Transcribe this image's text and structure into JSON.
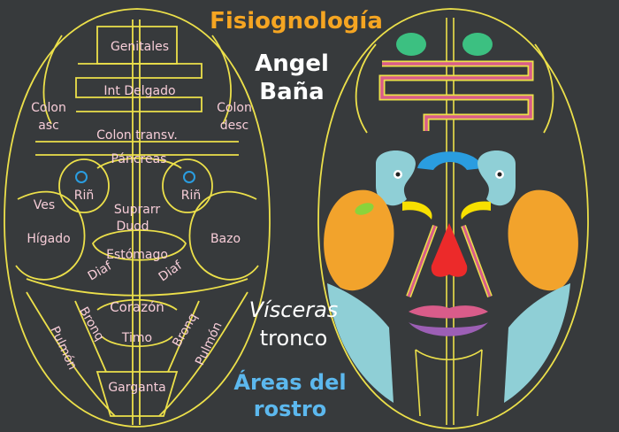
{
  "title": "Fisiognología",
  "author_line1": "Angel",
  "author_line2": "Baña",
  "caption_visceras_1": "Vísceras",
  "caption_visceras_2": "tronco",
  "caption_areas_1": "Áreas del",
  "caption_areas_2": "rostro",
  "colors": {
    "background": "#373a3c",
    "outline": "#ece04a",
    "title": "#f5a522",
    "organ_text": "#f7cdd8",
    "white_text": "#ffffff",
    "blue_text": "#5cb8ee",
    "green": "#3cc081",
    "blue": "#2a9de0",
    "light_blue": "#8fcfd6",
    "orange": "#f2a32c",
    "yellow": "#f7e000",
    "red": "#ec2a2a",
    "pink": "#d95c8a",
    "purple": "#9c5fb5",
    "lime": "#8bd33b"
  },
  "organs": {
    "genitales": "Genitales",
    "int_delgado": "Int Delgado",
    "colon_asc_1": "Colon",
    "colon_asc_2": "asc",
    "colon_desc_1": "Colon",
    "colon_desc_2": "desc",
    "colon_transv": "Colon transv.",
    "pancreas": "Páncreas",
    "rin_left": "Riñ",
    "rin_right": "Riñ",
    "ves": "Ves",
    "suprarr": "Suprarr",
    "duod": "Duod",
    "higado": "Hígado",
    "bazo": "Bazo",
    "estomago": "Estómago",
    "diaf_left": "Diaf",
    "diaf_right": "Diaf",
    "corazon": "Corazón",
    "bronq_left": "Bronq",
    "bronq_right": "Bronq",
    "timo": "Timo",
    "pulmon_left": "Pulmón",
    "pulmon_right": "Pulmón",
    "garganta": "Garganta"
  }
}
